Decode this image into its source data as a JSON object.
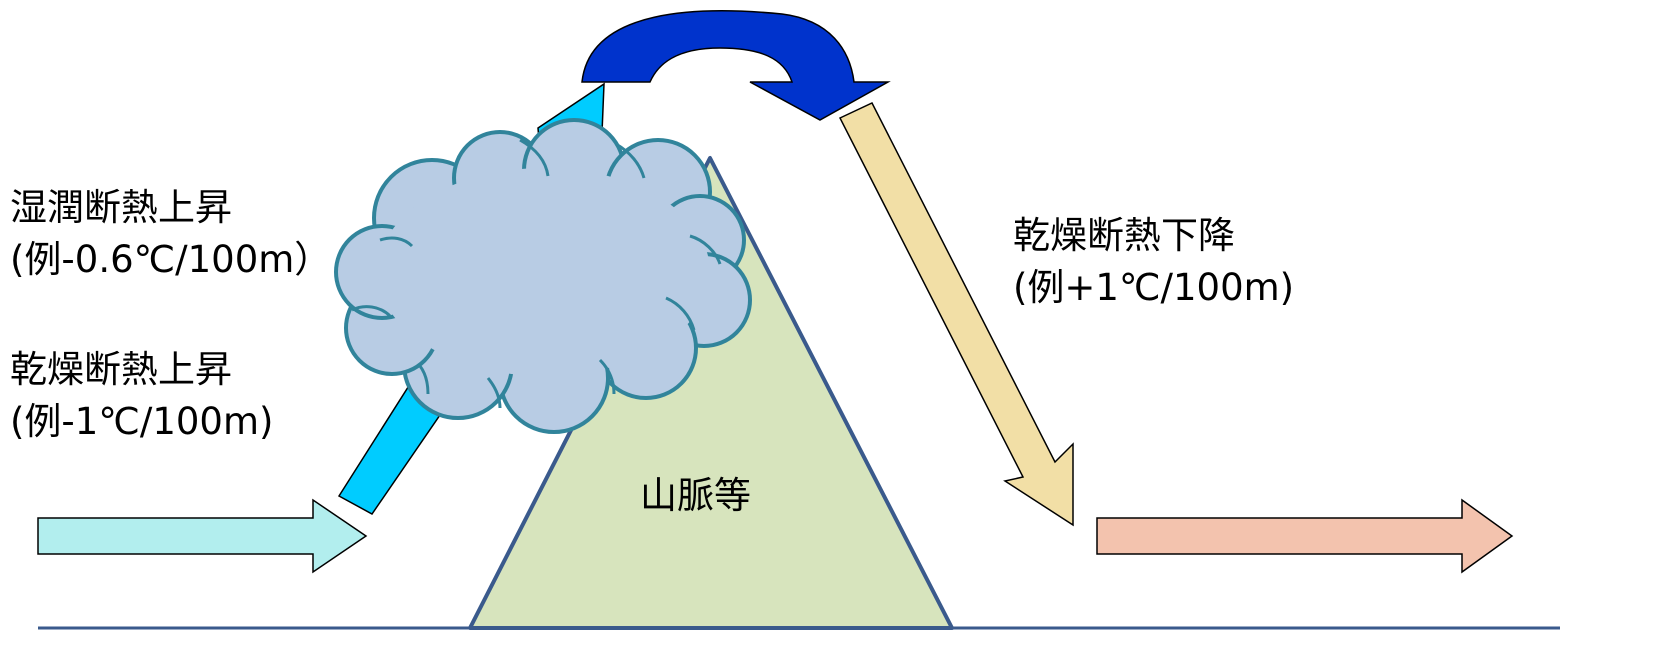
{
  "labels": {
    "moist_adiabatic": {
      "title": "湿潤断熱上昇",
      "rate": "(例-0.6℃/100m）"
    },
    "dry_adiabatic_up": {
      "title": "乾燥断熱上昇",
      "rate": "(例-1℃/100m)"
    },
    "dry_adiabatic_down": {
      "title": "乾燥断熱下降",
      "rate": "(例+1℃/100m)"
    },
    "mountain": "山脈等"
  },
  "colors": {
    "incoming_air": "#b2eeee",
    "rising_air": "#00ccff",
    "crest_air": "#0033cc",
    "descending_air": "#f2dfa6",
    "outgoing_air": "#f3c3ae",
    "cloud_fill": "#b8cce4",
    "cloud_stroke": "#31849b",
    "mountain_fill": "#d7e4bd",
    "mountain_stroke": "#3a5a8c",
    "ground": "#3a5a8c"
  }
}
